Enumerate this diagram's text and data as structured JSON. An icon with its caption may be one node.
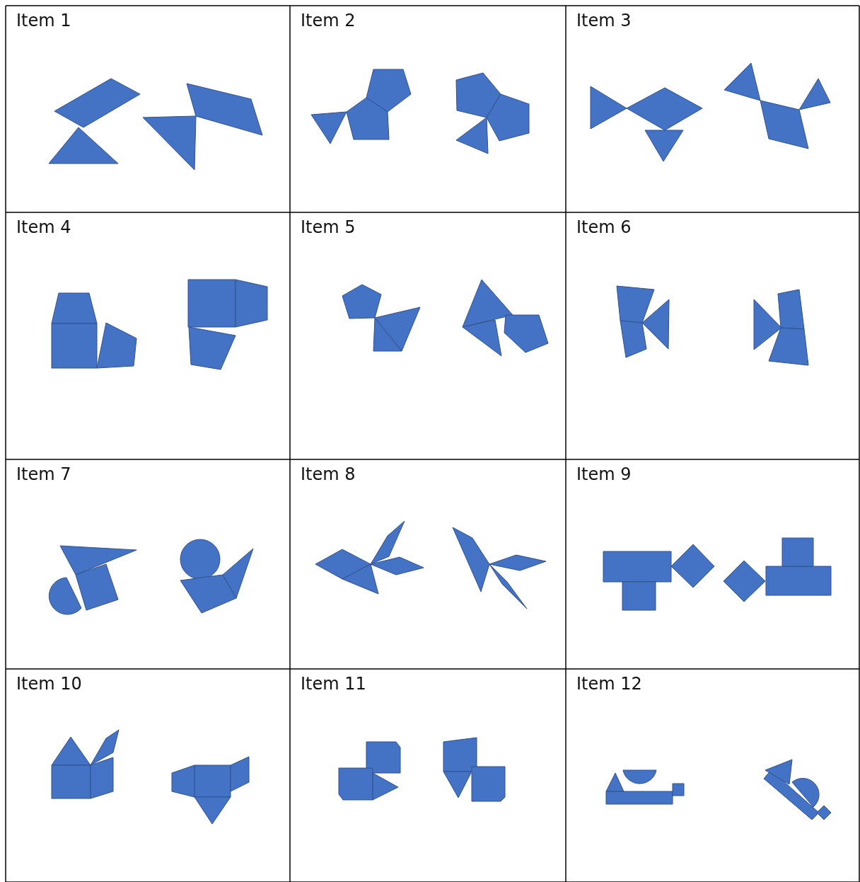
{
  "diagram": {
    "labels": [
      "Item 1",
      "Item 2",
      "Item 3",
      "Item 4",
      "Item 5",
      "Item 6",
      "Item 7",
      "Item 8",
      "Item 9",
      "Item 10",
      "Item 11",
      "Item 12"
    ]
  }
}
